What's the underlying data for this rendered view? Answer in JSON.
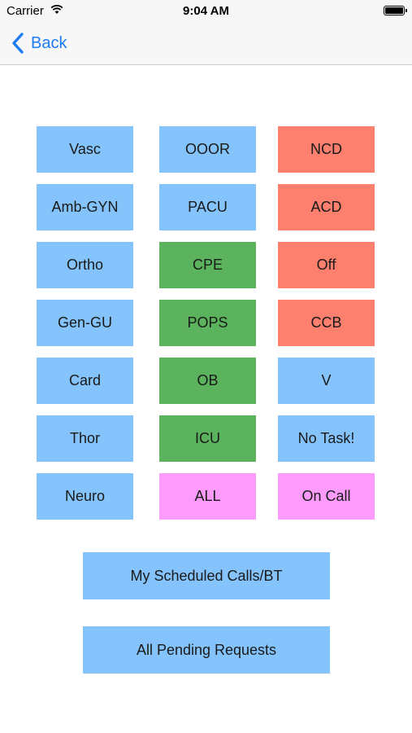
{
  "status_bar": {
    "carrier": "Carrier",
    "time": "9:04 AM"
  },
  "nav": {
    "back_label": "Back"
  },
  "grid": {
    "col1": [
      "Vasc",
      "Amb-GYN",
      "Ortho",
      "Gen-GU",
      "Card",
      "Thor",
      "Neuro"
    ],
    "col2": [
      "OOOR",
      "PACU",
      "CPE",
      "POPS",
      "OB",
      "ICU",
      "ALL"
    ],
    "col3": [
      "NCD",
      "ACD",
      "Off",
      "CCB",
      "V",
      "No Task!",
      "On Call"
    ]
  },
  "actions": {
    "scheduled_label": "My Scheduled Calls/BT",
    "pending_label": "All Pending Requests"
  },
  "colors": {
    "blue": "#84c3fc",
    "red": "#fd7f6e",
    "green": "#5cb35d",
    "pink": "#fc9bfc",
    "accent": "#1e7cf2"
  }
}
